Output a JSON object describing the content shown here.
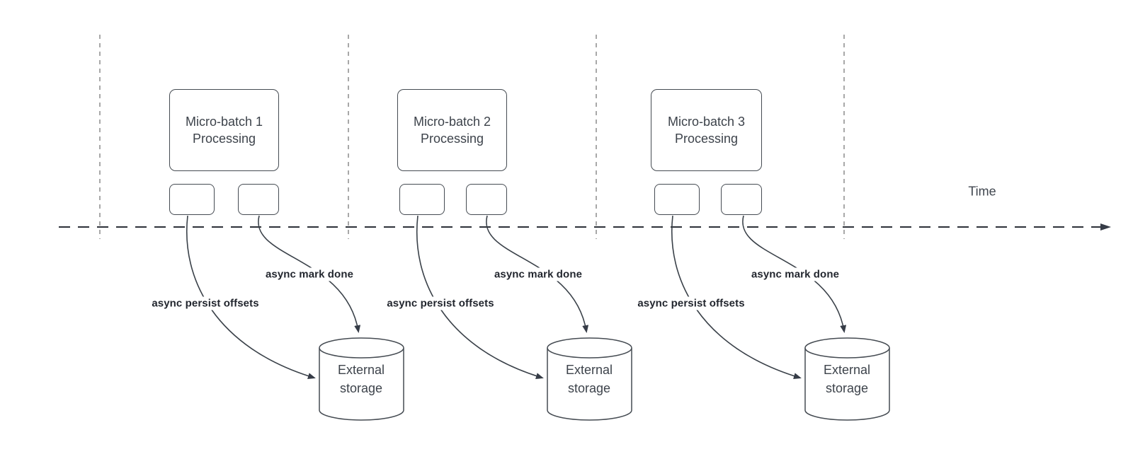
{
  "diagram": {
    "axis": {
      "label": "Time",
      "direction": "right"
    },
    "sections": [
      {
        "batch_title": "Micro-batch 1\nProcessing",
        "persist_label": "async persist offsets",
        "mark_done_label": "async mark done",
        "storage_label": "External\nstorage"
      },
      {
        "batch_title": "Micro-batch 2\nProcessing",
        "persist_label": "async persist offsets",
        "mark_done_label": "async mark done",
        "storage_label": "External\nstorage"
      },
      {
        "batch_title": "Micro-batch 3\nProcessing",
        "persist_label": "async persist offsets",
        "mark_done_label": "async mark done",
        "storage_label": "External\nstorage"
      }
    ],
    "icons": {
      "timeline_arrowhead": "right-arrowhead-icon",
      "flow_arrowhead": "filled-arrowhead-icon"
    },
    "colors": {
      "background": "#ffffff",
      "shape_stroke": "#454b52",
      "flow_stroke": "#3a4149",
      "timeline_stroke": "#2c3138",
      "boundary_stroke": "#a8a8a8",
      "text_primary": "#3d434b",
      "label_bold_text": "#22262e"
    }
  }
}
